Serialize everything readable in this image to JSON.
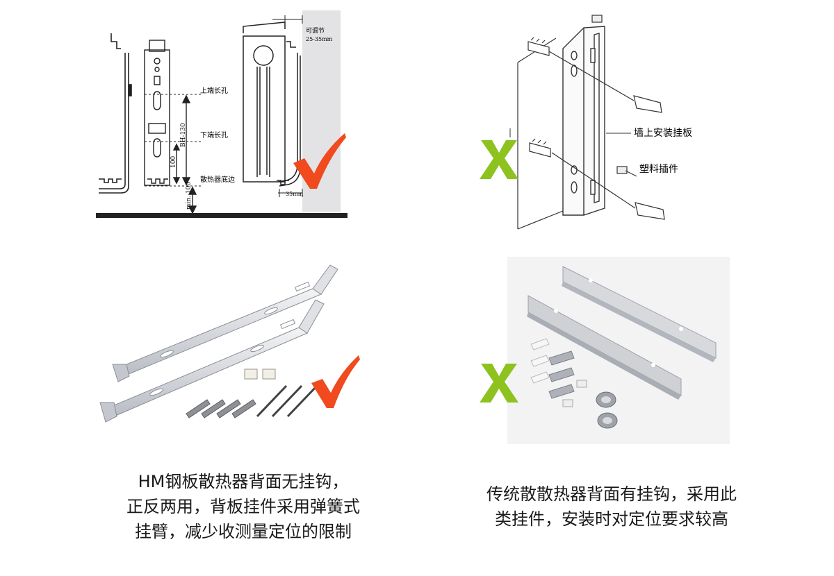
{
  "drawing_left": {
    "adjust_label": "可调节",
    "adjust_range": "25-35mm",
    "upper_slot": "上端长孔",
    "lower_slot": "下端长孔",
    "bottom_edge": "散热器底边",
    "dim_bh": "BH-130",
    "dim_100": "100",
    "dim_min": "min. 100",
    "dim_35": "35mm",
    "verdict": "check",
    "verdict_color": "#f04a1e"
  },
  "drawing_right": {
    "wall_plate": "墙上安装挂板",
    "plastic_plug": "塑料插件",
    "verdict": "cross",
    "verdict_color": "#8dc21f"
  },
  "photo_left": {
    "verdict": "check",
    "verdict_color": "#f04a1e"
  },
  "photo_right": {
    "verdict": "cross",
    "verdict_color": "#8dc21f"
  },
  "captions": {
    "left": [
      "HM钢板散热器背面无挂钩，",
      "正反两用，背板挂件采用弹簧式",
      "挂臂，减少收测量定位的限制"
    ],
    "right": [
      "传统散散热器背面有挂钩，采用此",
      "类挂件，安装时对定位要求较高"
    ]
  }
}
